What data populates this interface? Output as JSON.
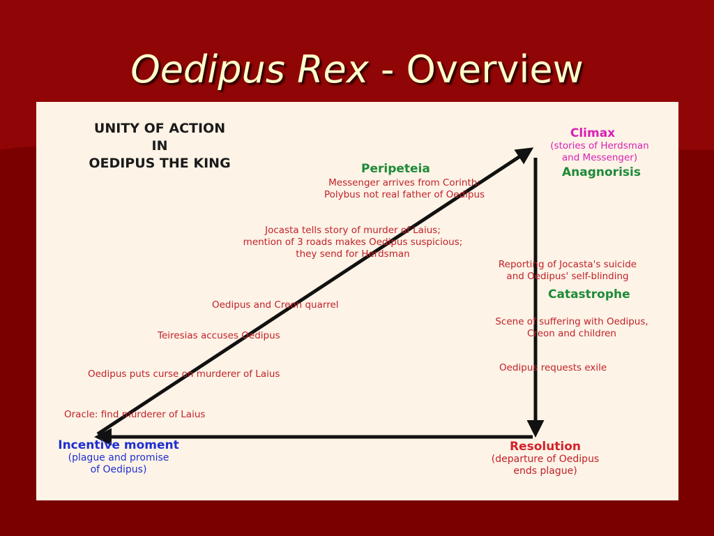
{
  "slide": {
    "title_italic": "Oedipus Rex",
    "title_rest": " - Overview"
  },
  "diagram": {
    "heading": [
      "UNITY OF ACTION",
      "IN",
      "OEDIPUS THE KING"
    ],
    "climax": {
      "label": "Climax",
      "sub": [
        "(stories of Herdsman",
        "and Messenger)"
      ]
    },
    "anagnorisis": "Anagnorisis",
    "peripeteia": {
      "label": "Peripeteia",
      "sub": [
        "Messenger arrives from Corinth:",
        "Polybus not real father of Oedipus"
      ]
    },
    "rising_events": {
      "jocasta": [
        "Jocasta tells story of murder of Laius;",
        "mention of 3 roads makes Oedipus suspicious;",
        "they send for Herdsman"
      ],
      "quarrel": "Oedipus and Creon quarrel",
      "teiresias": "Teiresias accuses Oedipus",
      "curse": "Oedipus puts curse on murderer of Laius",
      "oracle": "Oracle: find murderer of Laius"
    },
    "falling_events": {
      "reporting": [
        "Reporting of Jocasta's suicide",
        "and Oedipus' self-blinding"
      ],
      "catastrophe": "Catastrophe",
      "suffering": [
        "Scene of suffering with Oedipus,",
        "Creon and children"
      ],
      "exile": "Oedipus requests exile"
    },
    "incentive": {
      "label": "Incentive moment",
      "sub": [
        "(plague and promise",
        "of Oedipus)"
      ]
    },
    "resolution": {
      "label": "Resolution",
      "sub": [
        "(departure of Oedipus",
        "ends plague)"
      ]
    }
  },
  "colors": {
    "background": "#7a0000",
    "title": "#ffffcc",
    "panel": "#fdf3e6",
    "event_text": "#c0212b",
    "green_label": "#1e8a38",
    "magenta_label": "#d81fb5",
    "blue_label": "#1f2fd2"
  }
}
